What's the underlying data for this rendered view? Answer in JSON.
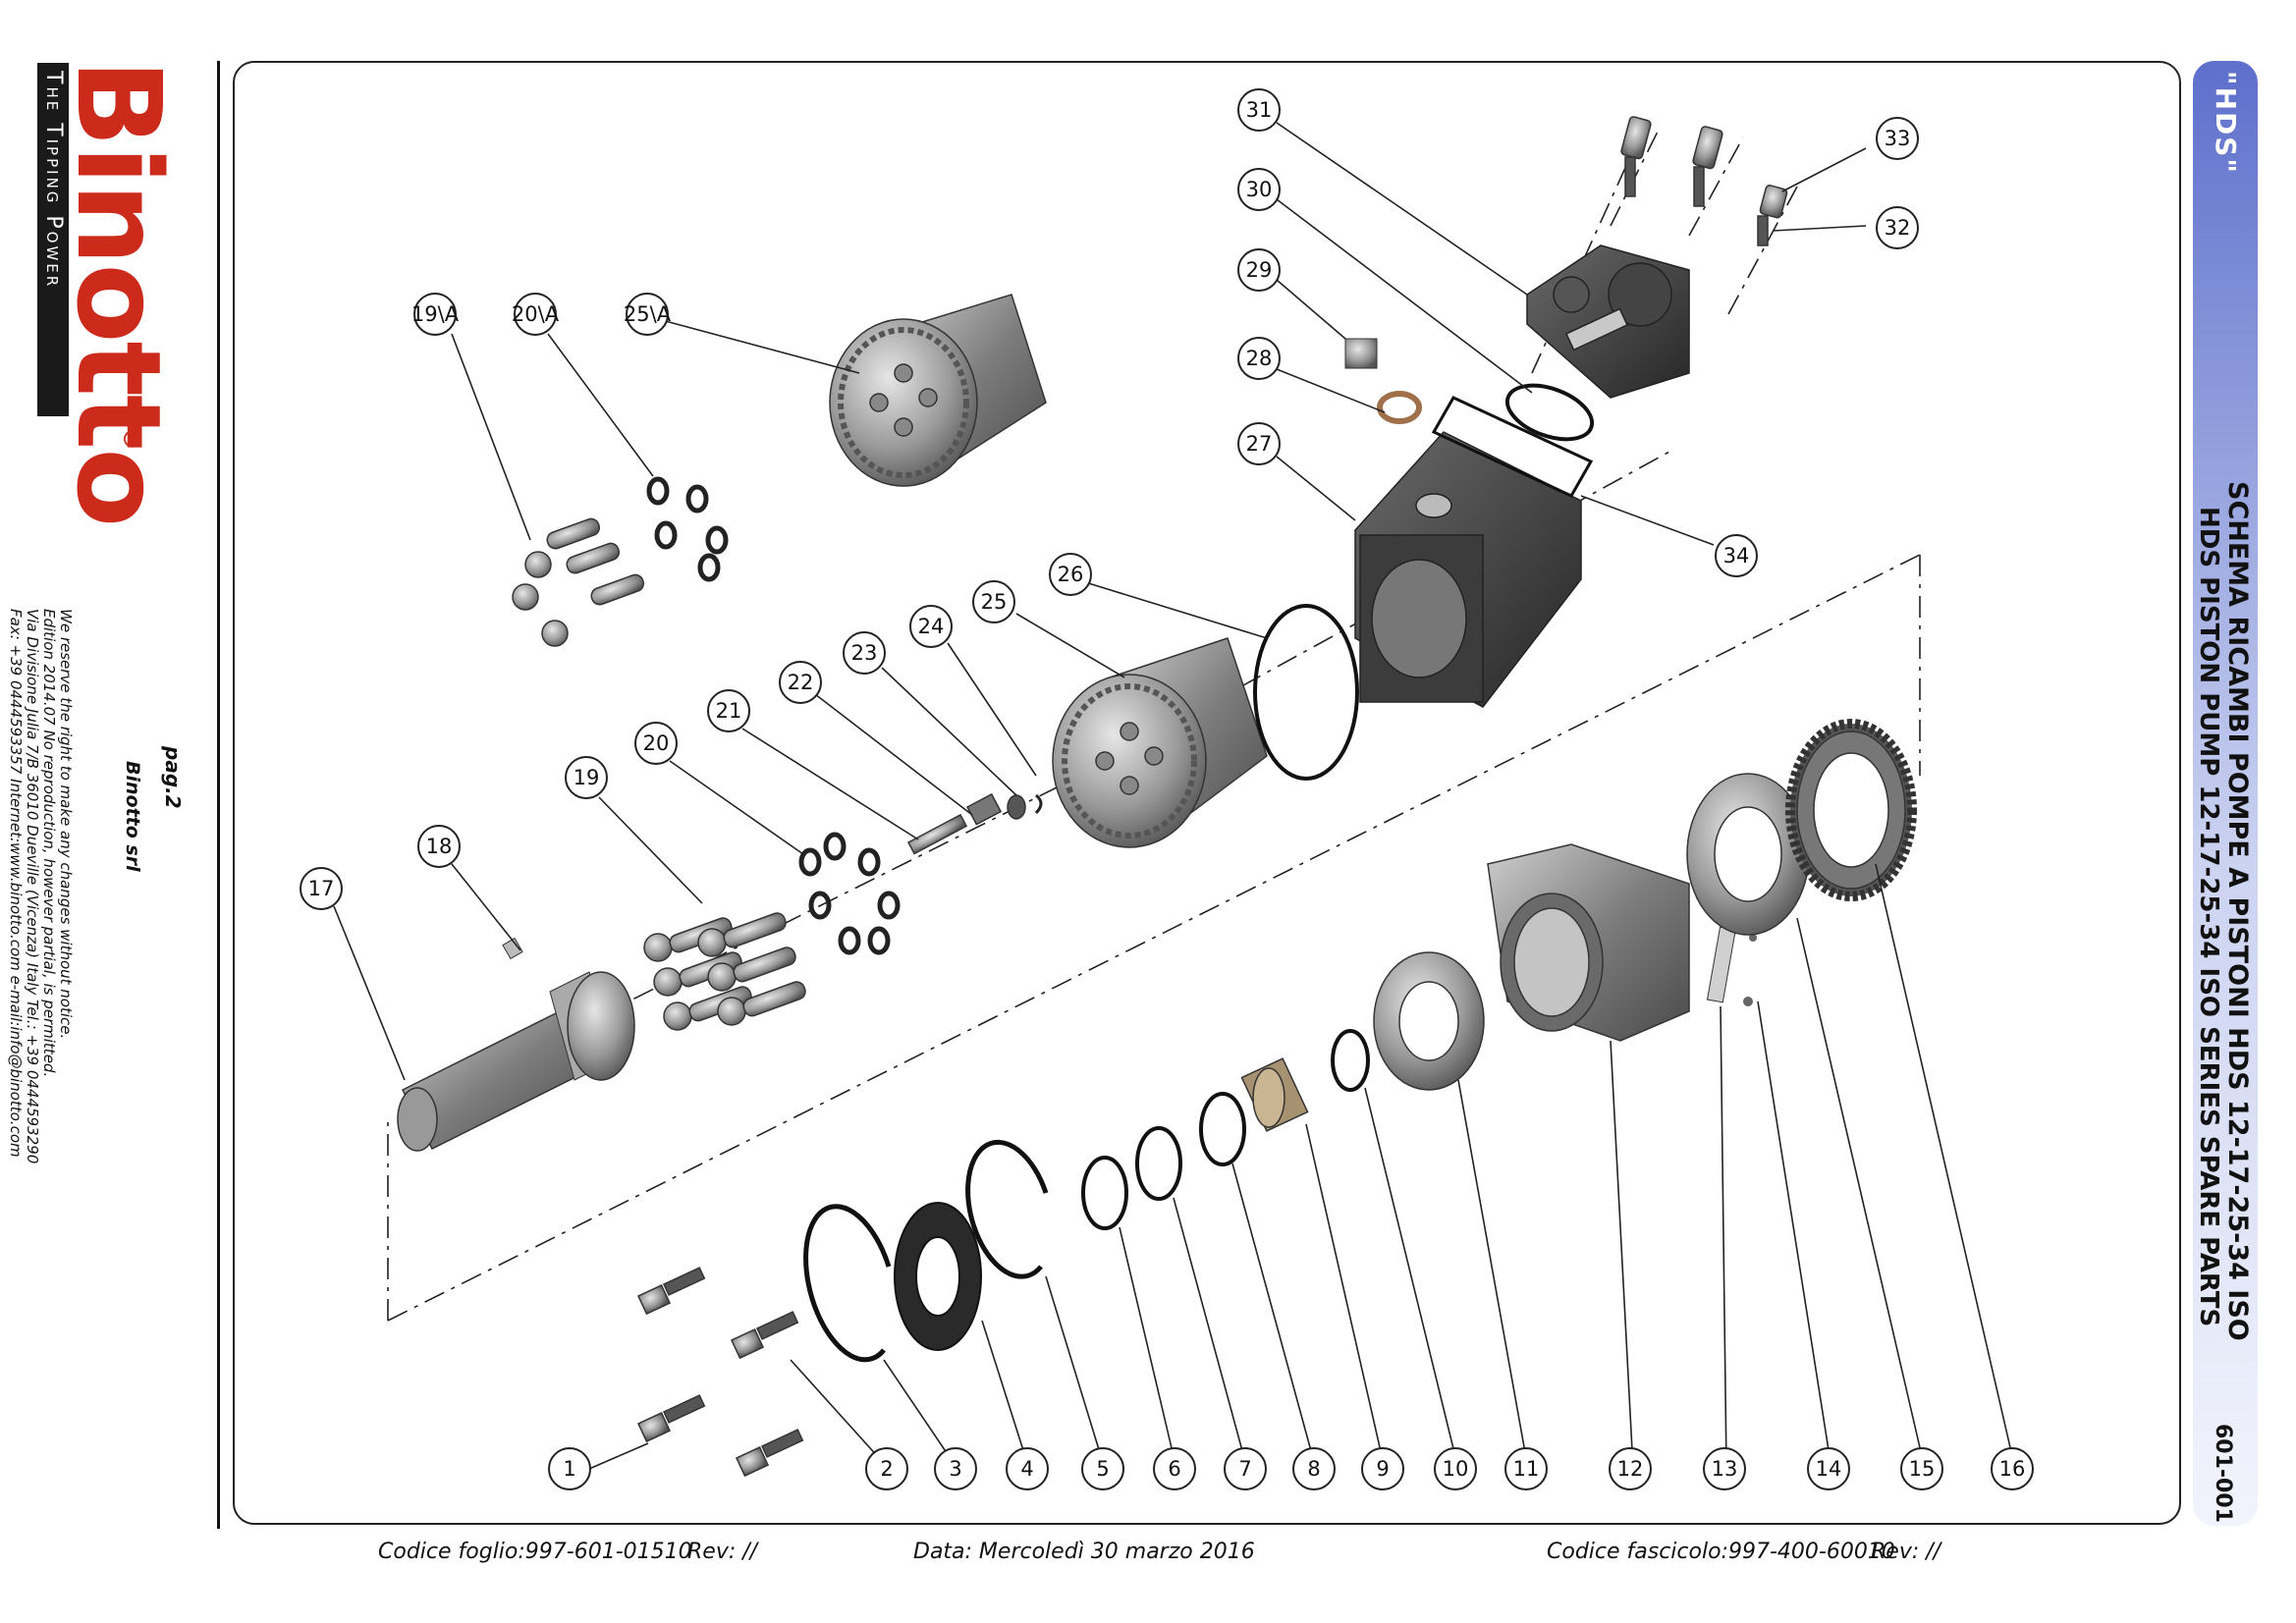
{
  "brand": {
    "name": "Binotto",
    "registered": "®",
    "tagline": "The Tipping Power"
  },
  "side_info": {
    "page": "pag.2",
    "company": "Binotto srl",
    "notice_lines": [
      "We reserve the right to make any changes without notice.",
      "Edition 2014.07 No reproduction, however partial, is permitted.",
      "Via Divisione Julia 7/B 36010 Dueville (Vicenza) Italy Tel.: +39 0444593290",
      "Fax: +39 0444593357 Internet:www.binotto.com e-mail:info@binotto.com"
    ]
  },
  "title_bar": {
    "badge": "\"HDS\"",
    "title_it": "SCHEMA RICAMBI POMPE A PISTONI HDS 12-17-25-34 ISO",
    "title_en": "HDS PISTON PUMP 12-17-25-34 ISO SERIES SPARE PARTS",
    "doc_number": "601-001"
  },
  "footer": {
    "codice_foglio": "Codice foglio:997-601-01510",
    "rev1": "Rev: //",
    "data": "Data: Mercoledì 30 marzo 2016",
    "codice_fascicolo": "Codice fascicolo:997-400-60010",
    "rev2": "Rev: //"
  },
  "colors": {
    "brand_red": "#cc2a1b",
    "bar_blue": "#5e6fcc",
    "part_dark": "#3a3a3a",
    "part_grey": "#8c8c8c"
  },
  "callouts": [
    "1",
    "2",
    "3",
    "4",
    "5",
    "6",
    "7",
    "8",
    "9",
    "10",
    "11",
    "12",
    "13",
    "14",
    "15",
    "16",
    "17",
    "18",
    "19",
    "20",
    "21",
    "22",
    "23",
    "24",
    "25",
    "26",
    "27",
    "28",
    "29",
    "30",
    "31",
    "32",
    "33",
    "34",
    "19\\A",
    "20\\A",
    "25\\A"
  ]
}
